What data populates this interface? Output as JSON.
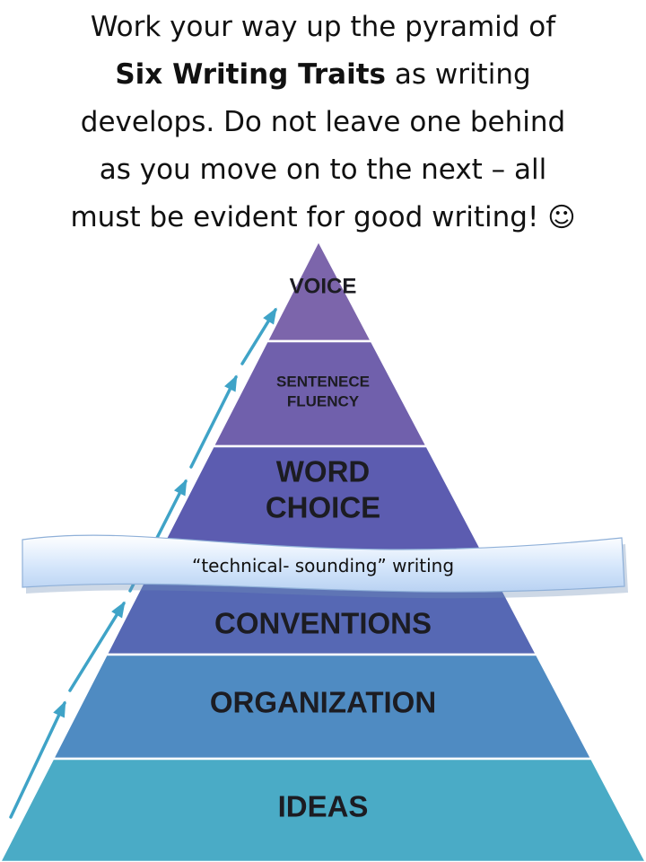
{
  "intro": {
    "line1": "Work your way up the pyramid of",
    "line2_bold": "Six Writing Traits",
    "line2_rest": " as writing",
    "line3": "develops.  Do not leave one behind",
    "line4": "as you move on to the next – all",
    "line5": "must be evident for good writing!",
    "smiley": "☺"
  },
  "pyramid": {
    "layers": [
      {
        "label_lines": [
          "VOICE"
        ],
        "color": "#7c65ab"
      },
      {
        "label_lines": [
          "SENTENECE",
          "FLUENCY"
        ],
        "color": "#7060ac"
      },
      {
        "label_lines": [
          "WORD",
          "CHOICE"
        ],
        "color": "#5c5cb0"
      },
      {
        "label_lines": [
          "CONVENTIONS"
        ],
        "color": "#5668b4"
      },
      {
        "label_lines": [
          "ORGANIZATION"
        ],
        "color": "#4f8bc2"
      },
      {
        "label_lines": [
          "IDEAS"
        ],
        "color": "#4aabc6"
      }
    ],
    "arrow_color": "#3fa3c7"
  },
  "banner": {
    "label": "“technical- sounding” writing",
    "color": "#d5e6fb"
  }
}
